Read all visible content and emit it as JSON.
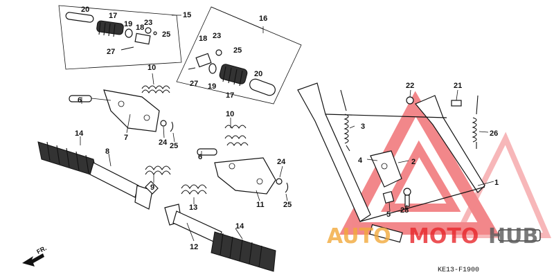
{
  "callouts": {
    "c1": "1",
    "c2": "2",
    "c3": "3",
    "c4": "4",
    "c5": "5",
    "c6a": "6",
    "c6b": "6",
    "c7": "7",
    "c8": "8",
    "c9": "9",
    "c10a": "10",
    "c10b": "10",
    "c11": "11",
    "c12": "12",
    "c13": "13",
    "c14a": "14",
    "c14b": "14",
    "c15": "15",
    "c16": "16",
    "c17a": "17",
    "c17b": "17",
    "c18a": "18",
    "c18b": "18",
    "c19a": "19",
    "c19b": "19",
    "c20a": "20",
    "c20b": "20",
    "c21": "21",
    "c22": "22",
    "c23a": "23",
    "c23b": "23",
    "c24a": "24",
    "c24b": "24",
    "c25a": "25",
    "c25b": "25",
    "c25c": "25",
    "c25d": "25",
    "c26": "26",
    "c27a": "27",
    "c27b": "27",
    "c28": "28"
  },
  "diagram_code": "KE13-F1900",
  "direction_label": "FR.",
  "watermark": {
    "part1": "AUTO",
    "part2": "MOTO",
    "part3": "HUB",
    "accent_color": "#e8262b",
    "secondary_color": "#f2a93b",
    "dark_color": "#5a5a5a"
  }
}
